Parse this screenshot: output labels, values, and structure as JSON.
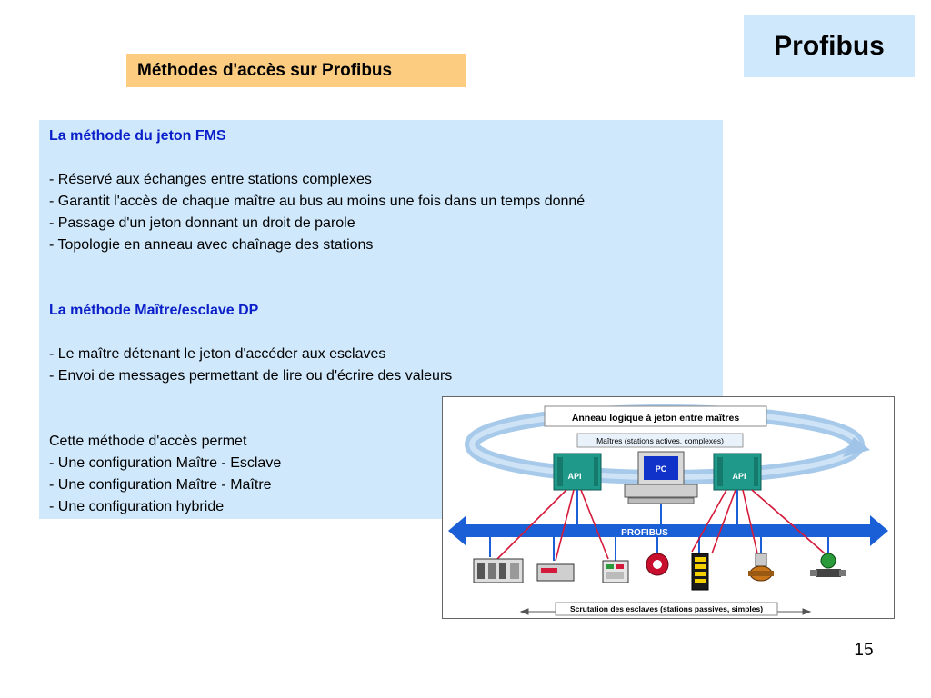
{
  "slide": {
    "title": "Profibus",
    "subtitle": "Méthodes d'accès sur Profibus",
    "page_number": "15"
  },
  "content": {
    "section1": {
      "heading": "La méthode du jeton FMS",
      "items": [
        "- Réservé aux échanges entre stations complexes",
        "- Garantit l'accès de chaque maître au bus au moins une fois dans un temps donné",
        "- Passage d'un jeton donnant un droit de parole",
        "- Topologie en anneau avec chaînage des stations"
      ]
    },
    "section2": {
      "heading": "La méthode Maître/esclave DP",
      "items": [
        "- Le maître détenant le jeton d'accéder aux esclaves",
        "- Envoi de messages permettant de lire ou d'écrire des valeurs"
      ]
    },
    "section3": {
      "intro": "Cette méthode d'accès permet",
      "items": [
        "- Une configuration Maître - Esclave",
        "- Une configuration Maître - Maître",
        "- Une configuration hybride"
      ]
    }
  },
  "diagram": {
    "ring_label": "Anneau logique à jeton entre maîtres",
    "masters_label": "Maîtres (stations actives, complexes)",
    "api_left": "API",
    "pc": "PC",
    "api_right": "API",
    "bus_label": "PROFIBUS",
    "slaves_label": "Scrutation des esclaves (stations passives, simples)",
    "colors": {
      "ring": "#9fc4e8",
      "bus": "#1a5fd6",
      "api": "#1f9a8a",
      "links": "#d41a3a",
      "pc_screen": "#1032c8"
    }
  }
}
